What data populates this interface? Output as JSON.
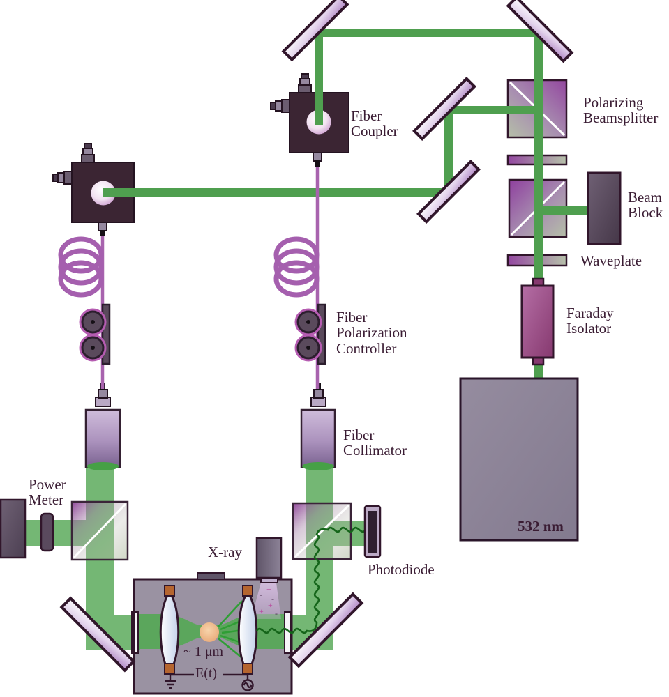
{
  "labels": {
    "fiber_coupler": "Fiber\nCoupler",
    "polarizing_beamsplitter": "Polarizing\nBeamsplitter",
    "beam_block": "Beam\nBlock",
    "waveplate": "Waveplate",
    "faraday_isolator": "Faraday\nIsolator",
    "laser_wavelength": "532 nm",
    "fiber_polarization_controller": "Fiber\nPolarization\nController",
    "fiber_collimator": "Fiber\nCollimator",
    "power_meter": "Power\nMeter",
    "photodiode": "Photodiode",
    "xray": "X-ray",
    "particle_size": "~ 1 μm",
    "electric_field": "E(t)"
  },
  "colors": {
    "beam_green": "#4f9f4f",
    "wide_beam_green": "#56a856",
    "signal_wire_green": "#15651a",
    "scatter_ray_green": "#2f9e35",
    "fiber_purple": "#a863ae",
    "optic_purple": "#9a4ea6",
    "outline_dark": "#31162b",
    "coupler_body": "#3b2533",
    "chamber_gray": "#9a92a2",
    "electrode_orange": "#b5652f",
    "label_text": "#3a1c33"
  }
}
